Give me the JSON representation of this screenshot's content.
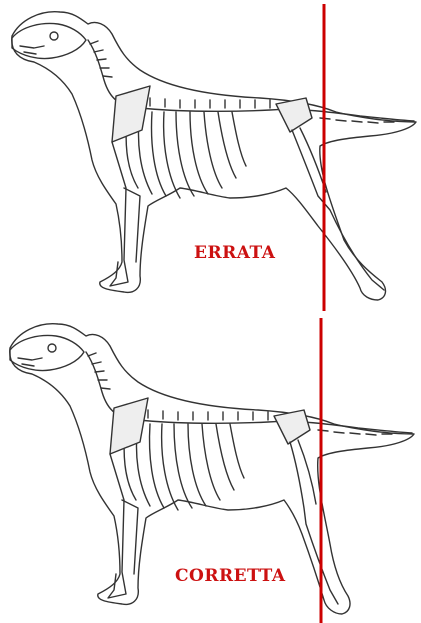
{
  "panels": [
    {
      "id": "incorrect",
      "label": "ERRATA"
    },
    {
      "id": "correct",
      "label": "CORRETTA"
    }
  ],
  "colors": {
    "line": "#cc0000",
    "label": "#cc1111",
    "drawing": "#333333"
  },
  "icons": [
    "dog-skeleton-illustration",
    "dog-skeleton-illustration"
  ]
}
